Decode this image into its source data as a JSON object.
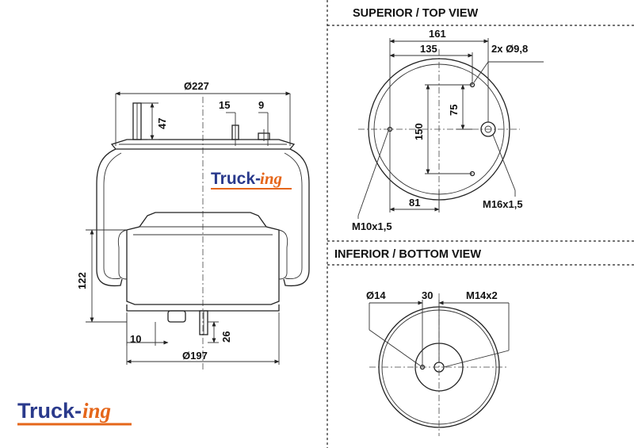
{
  "side_view": {
    "top_diameter": "Ø227",
    "top_height": "47",
    "hole_offset": "15",
    "pin_offset": "9",
    "height": "122",
    "bottom_offset": "10",
    "bottom_height": "26",
    "bottom_diameter": "Ø197"
  },
  "watermark": {
    "part1": "Truck-",
    "part2": "ing"
  },
  "top_view": {
    "heading": "SUPERIOR / TOP VIEW",
    "width_outer": "161",
    "width_inner": "135",
    "holes": "2x Ø9,8",
    "vertical_150": "150",
    "vertical_75": "75",
    "offset_81": "81",
    "thread_left": "M10x1,5",
    "thread_right": "M16x1,5"
  },
  "bottom_view": {
    "heading": "INFERIOR / BOTTOM VIEW",
    "diameter": "Ø14",
    "spacing": "30",
    "thread": "M14x2"
  },
  "logo": {
    "part1": "Truck-",
    "part2": "ing",
    "underline_color": "#e5661a",
    "primary_color": "#2a3a8c"
  }
}
